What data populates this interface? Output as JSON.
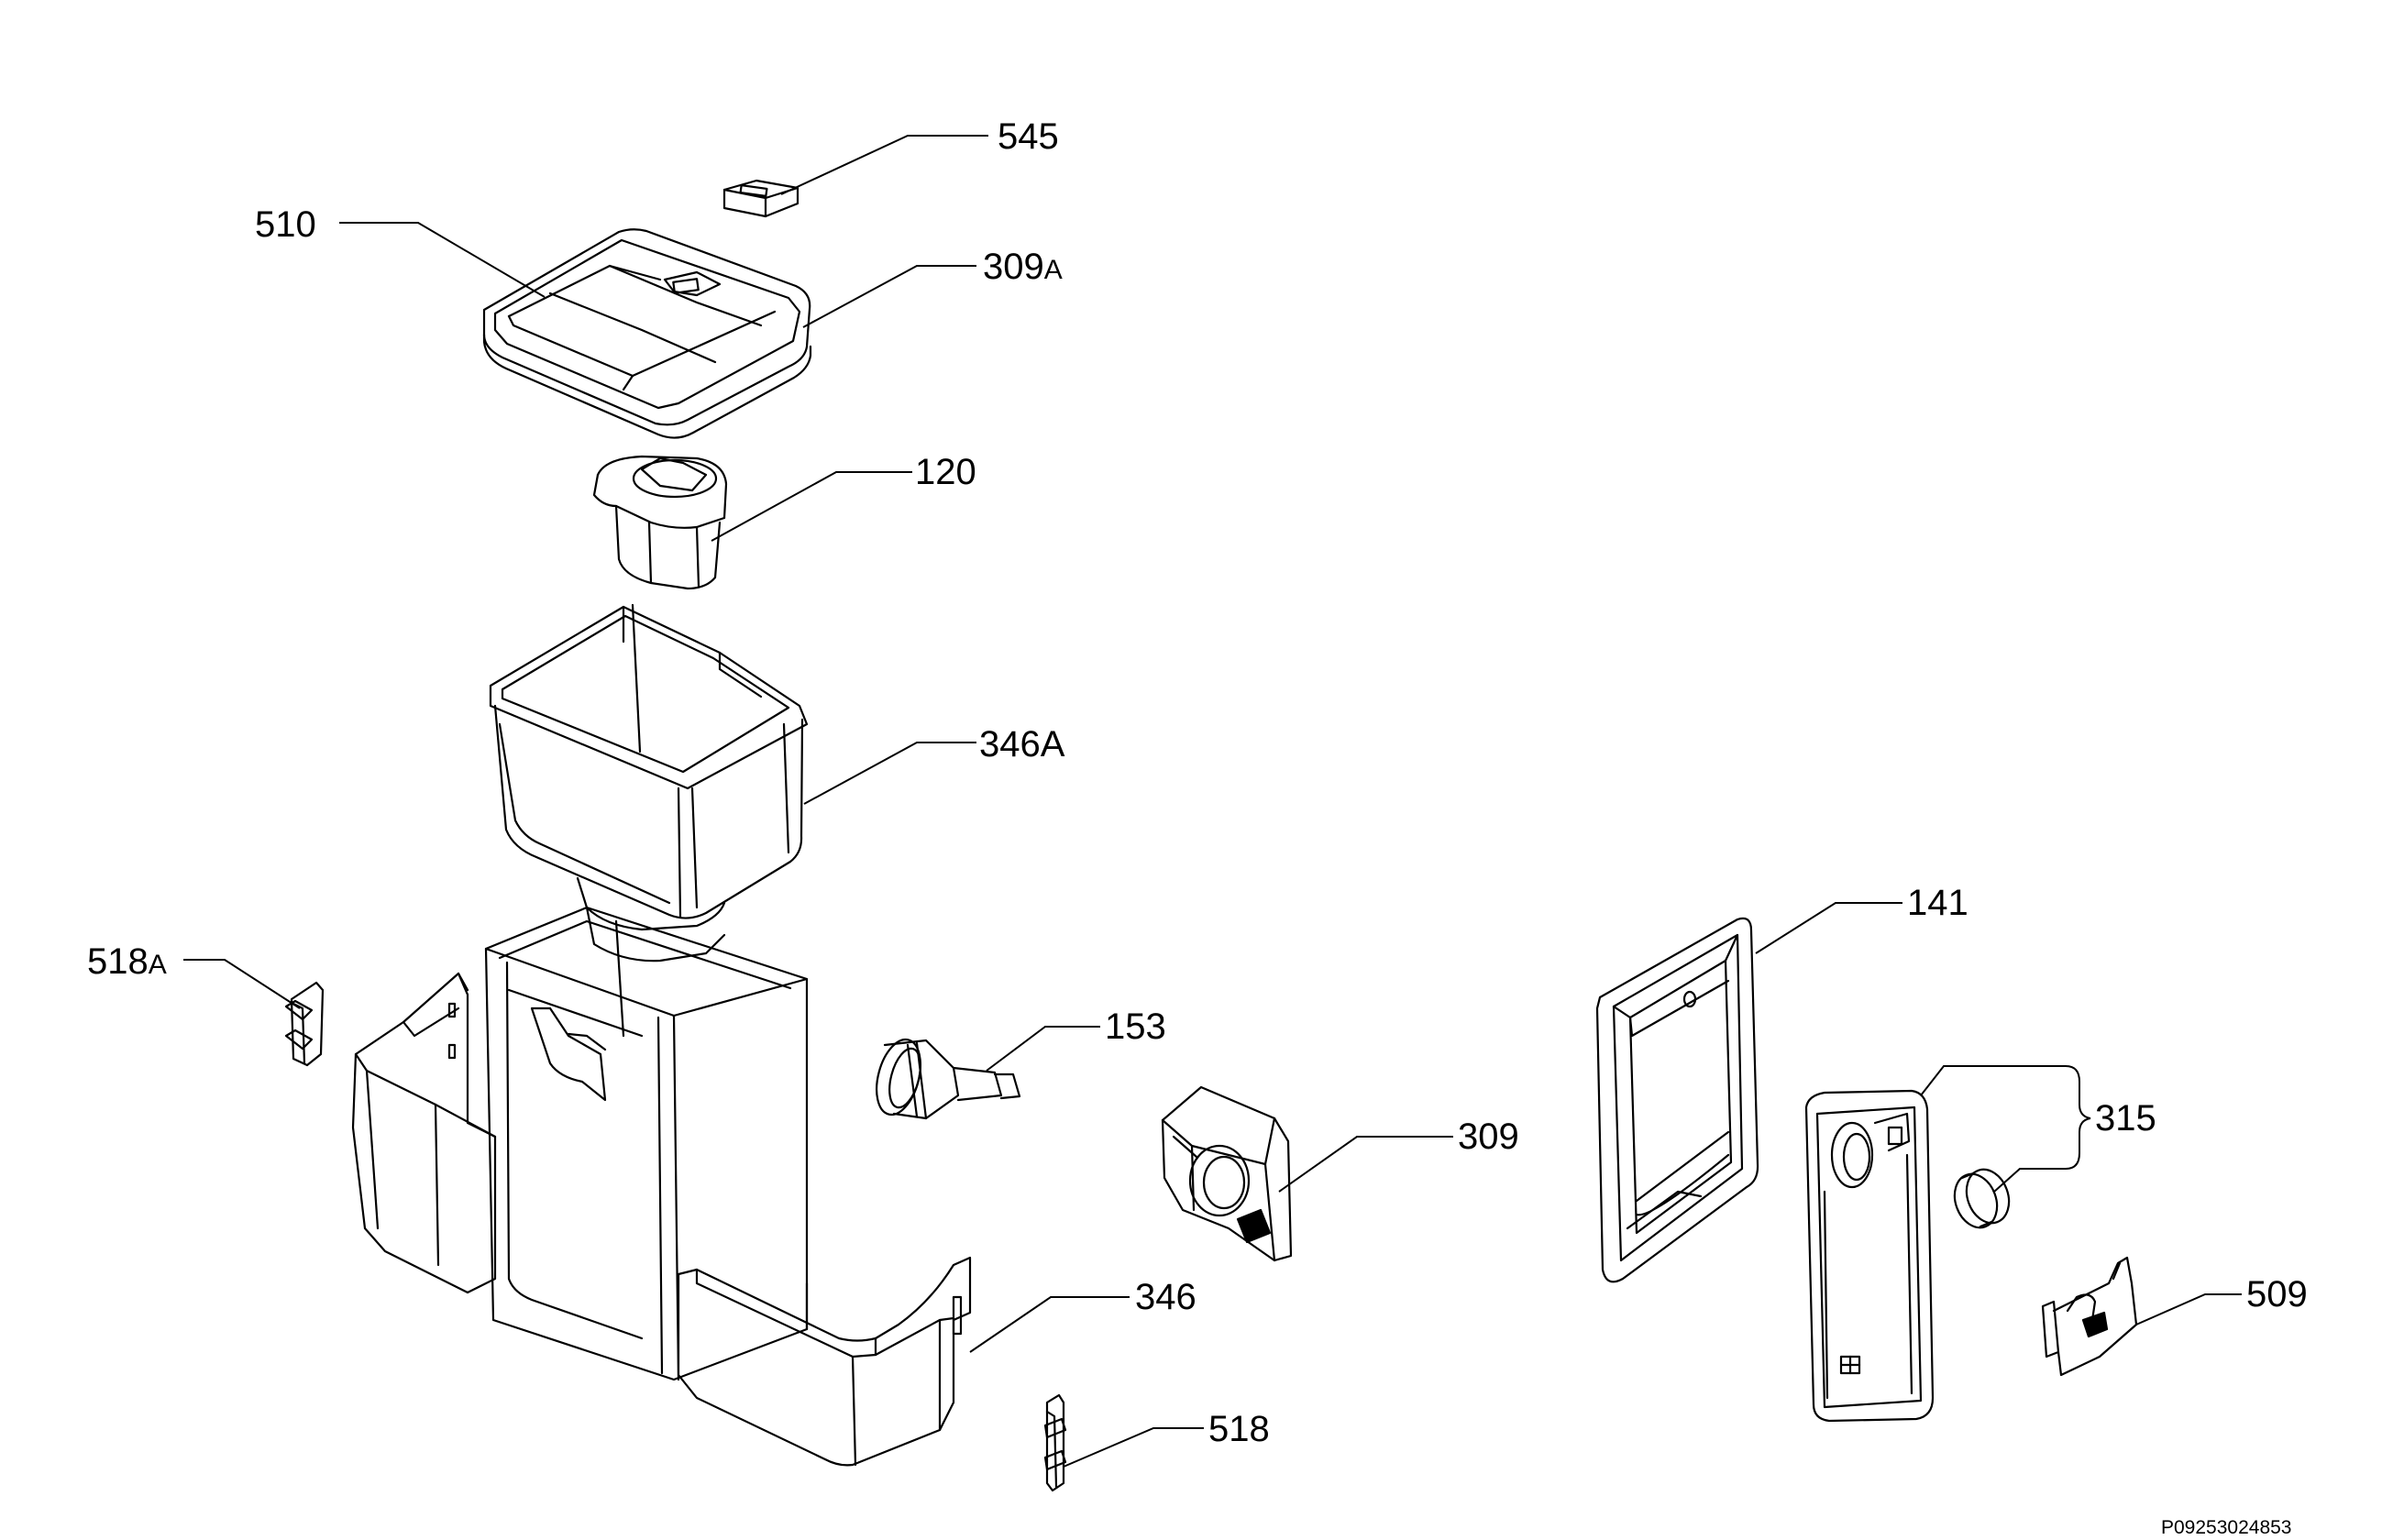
{
  "labels": {
    "p545": "545",
    "p510": "510",
    "p309a": "309",
    "p309a_suffix": "A",
    "p120": "120",
    "p346a": "346A",
    "p518a": "518",
    "p518a_suffix": "A",
    "p153": "153",
    "p309": "309",
    "p346": "346",
    "p518": "518",
    "p141": "141",
    "p315": "315",
    "p509": "509"
  },
  "document_code": "P09253024853"
}
